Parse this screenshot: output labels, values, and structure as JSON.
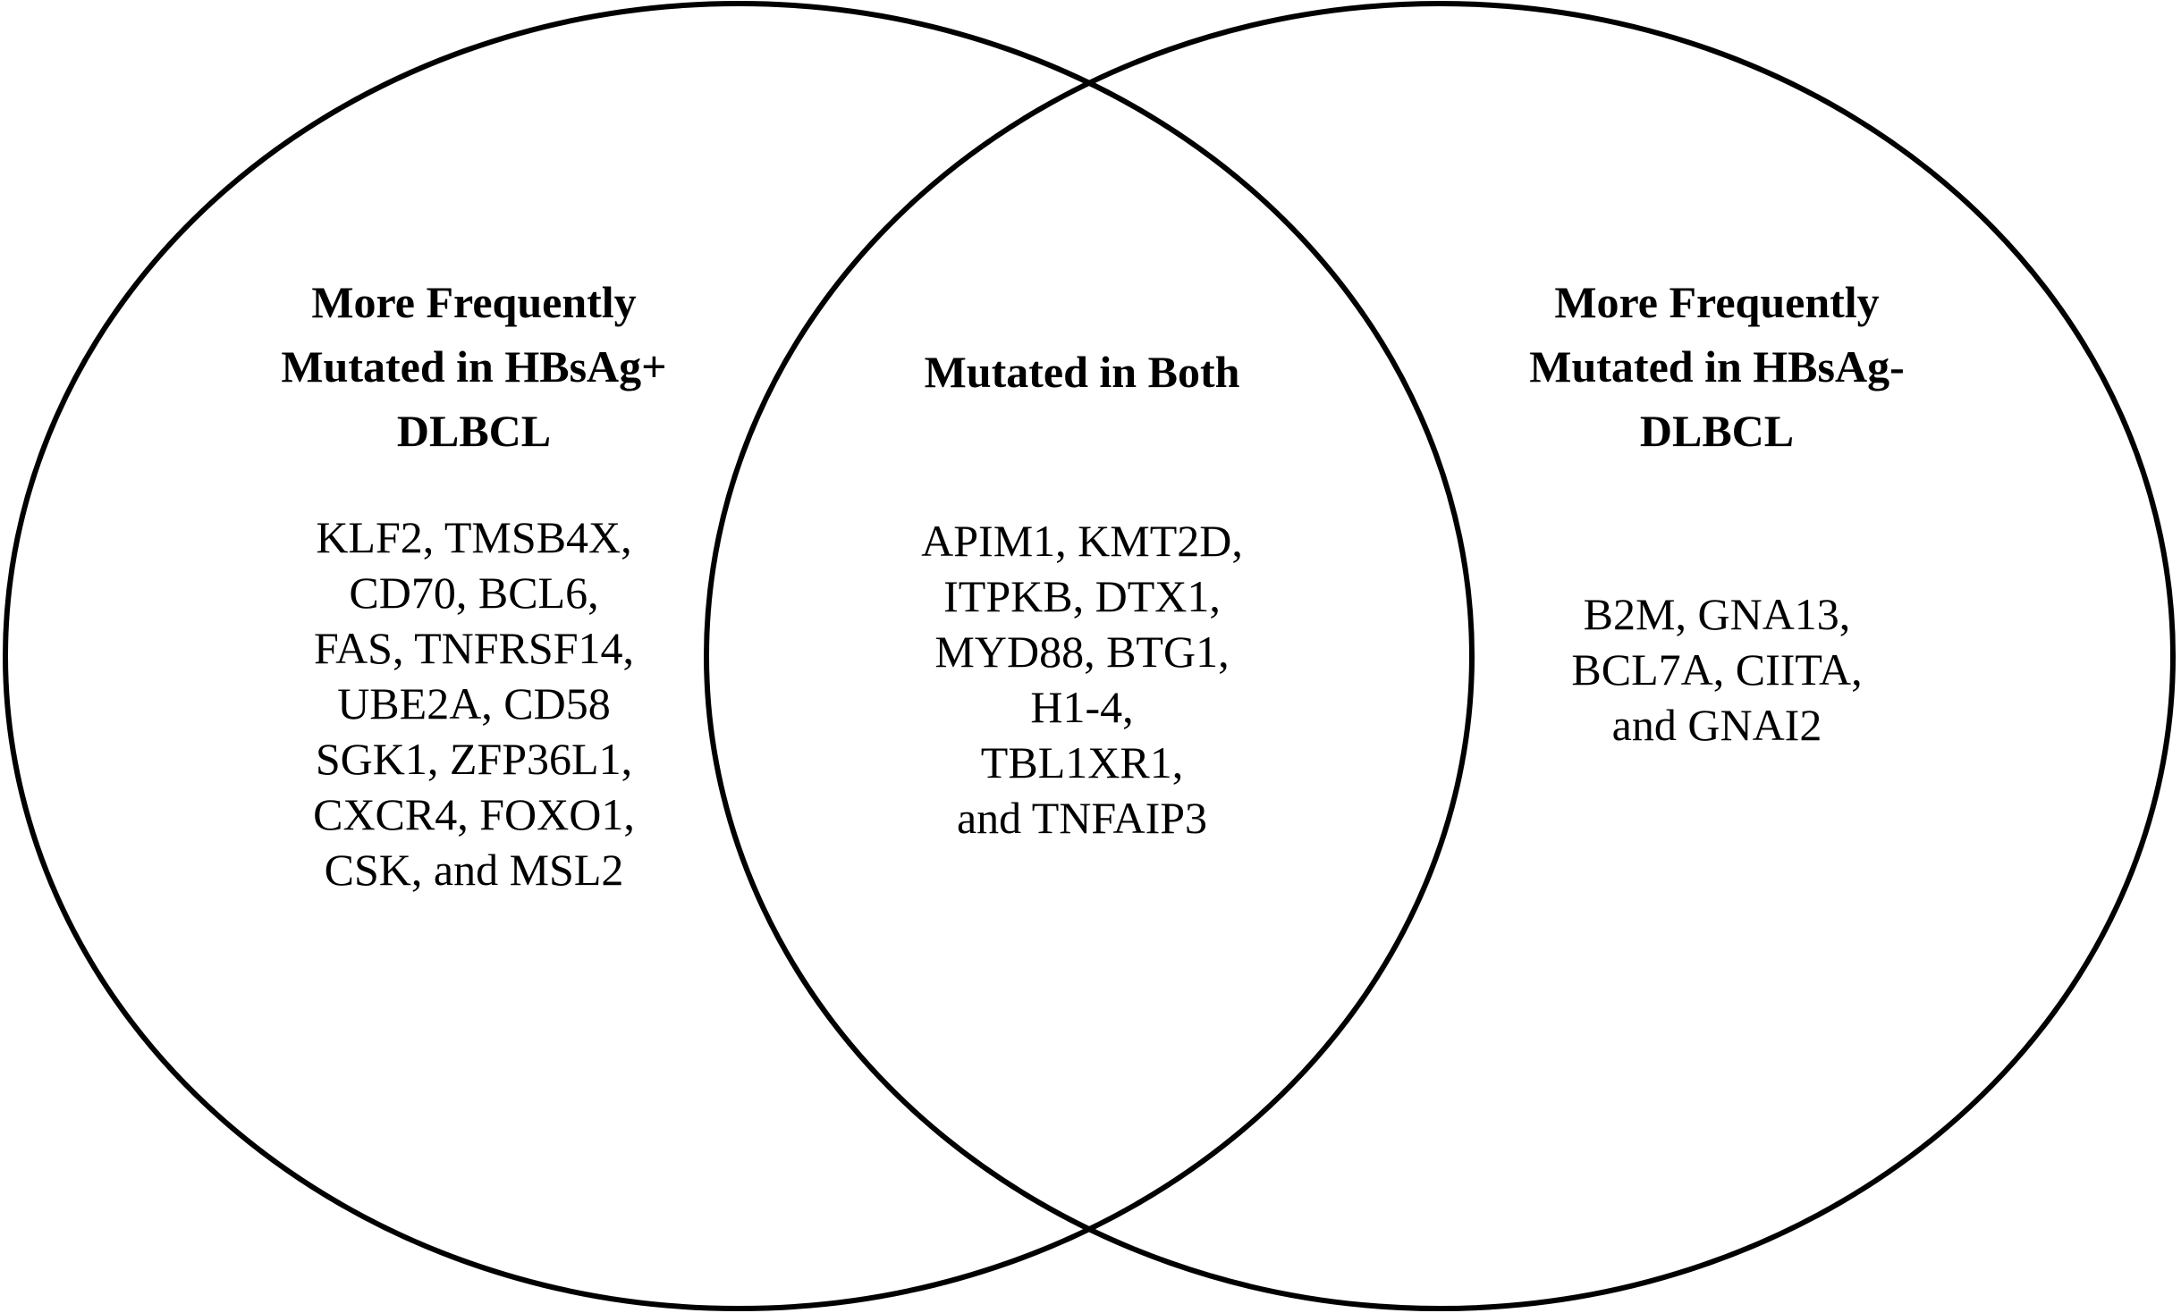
{
  "diagram": {
    "type": "venn",
    "sets": [
      {
        "id": "left",
        "heading": "More Frequently\nMutated in HBsAg+\nDLBCL",
        "genes": "KLF2, TMSB4X,\nCD70, BCL6,\nFAS, TNFRSF14,\nUBE2A, CD58\nSGK1, ZFP36L1,\nCXCR4, FOXO1,\nCSK, and MSL2"
      },
      {
        "id": "right",
        "heading": "More Frequently\nMutated in HBsAg-\nDLBCL",
        "genes": "B2M, GNA13,\nBCL7A, CIITA,\nand GNAI2"
      }
    ],
    "intersection": {
      "heading": "Mutated in Both",
      "genes": "APIM1, KMT2D,\nITPKB, DTX1,\nMYD88, BTG1,\nH1-4,\nTBL1XR1,\nand TNFAIP3"
    },
    "colors": {
      "stroke": "#000000",
      "fill": "#ffffff"
    }
  }
}
